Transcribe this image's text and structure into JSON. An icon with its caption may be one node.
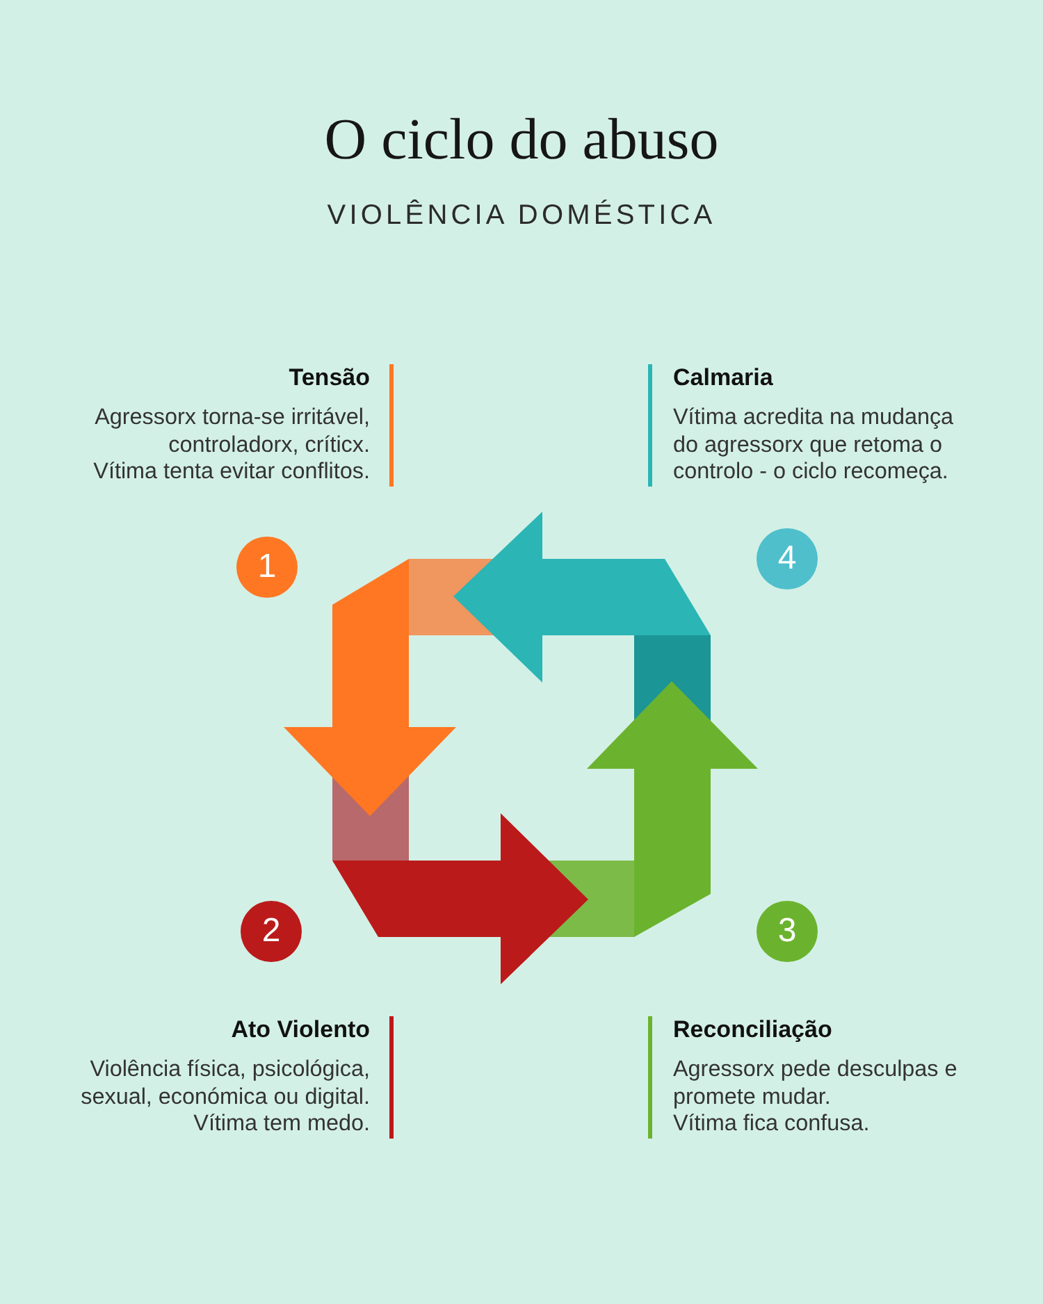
{
  "diagram": {
    "title": "O ciclo do abuso",
    "nodes": [
      {
        "text": [
          "Tensão",
          "Agressorx torna-se irritável, controladorx, críticx.",
          "Vítima tenta evitar conflitos."
        ]
      },
      {
        "text": [
          "Calmaria",
          "Vítima acredita na mudança do agressorx que retoma o controlo - o ciclo recomeça."
        ]
      },
      {
        "text": [
          "1"
        ]
      },
      {
        "text": [
          "4"
        ]
      },
      {
        "text": [
          "2"
        ]
      },
      {
        "text": [
          "3"
        ]
      },
      {
        "text": [
          "Ato Violento",
          "Violência física, psicológica, sexual, económica ou digital.",
          "Vítima tem medo."
        ]
      },
      {
        "text": [
          "Reconciliação",
          "Agressorx pede desculpas e promete mudar.",
          "Vítima fica confusa."
        ]
      }
    ],
    "labels": [
      "VIOLÊNCIA DOMÉSTICA"
    ]
  }
}
